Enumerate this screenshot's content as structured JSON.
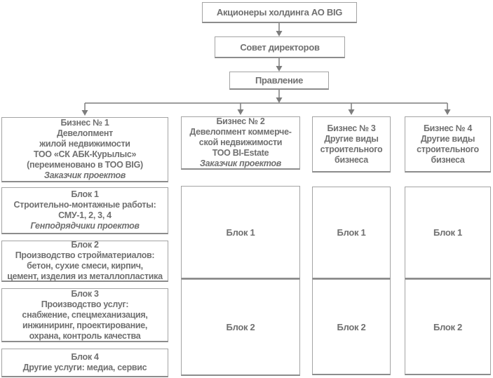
{
  "colors": {
    "box_border": "#a3a3a3",
    "box_border_bottom": "#8c8c8c",
    "text": "#707070",
    "connector_line": "#7d7d7d",
    "background": "#ffffff"
  },
  "top_chain": [
    {
      "label": "Акционеры холдинга АО BIG"
    },
    {
      "label": "Совет директоров"
    },
    {
      "label": "Правление"
    }
  ],
  "businesses": [
    {
      "title": "Бизнес № 1",
      "lines": [
        "Девелопмент",
        "жилой недвижимости",
        "ТОО «СК АБК-Курылыс»",
        "(переименовано в ТОО BIG)"
      ],
      "role": "Заказчик проектов",
      "blocks": [
        {
          "title": "Блок 1",
          "lines": [
            "Строительно-монтажные работы:",
            "СМУ-1, 2, 3, 4"
          ],
          "role": "Генподрядчики проектов"
        },
        {
          "title": "Блок 2",
          "lines": [
            "Производство стройматериалов:",
            "бетон, сухие смеси, кирпич,",
            "цемент, изделия из металлопластика"
          ]
        },
        {
          "title": "Блок 3",
          "lines": [
            "Производство услуг:",
            "снабжение, спецмеханизация,",
            "инжиниринг, проектирование,",
            "охрана, контроль качества"
          ]
        },
        {
          "title": "Блок 4",
          "lines": [
            "Другие услуги: медиа, сервис"
          ]
        }
      ]
    },
    {
      "title": "Бизнес № 2",
      "lines": [
        "Девелопмент коммерче-",
        "ской недвижимости",
        "ТОО BI-Estate"
      ],
      "role": "Заказчик проектов",
      "blocks": [
        {
          "title": "Блок 1"
        },
        {
          "title": "Блок 2"
        }
      ]
    },
    {
      "title": "Бизнес № 3",
      "lines": [
        "Другие виды",
        "строительного",
        "бизнеса"
      ],
      "blocks": [
        {
          "title": "Блок 1"
        },
        {
          "title": "Блок 2"
        }
      ]
    },
    {
      "title": "Бизнес № 4",
      "lines": [
        "Другие виды",
        "строительного",
        "бизнеса"
      ],
      "blocks": [
        {
          "title": "Блок 1"
        },
        {
          "title": "Блок 2"
        }
      ]
    }
  ]
}
